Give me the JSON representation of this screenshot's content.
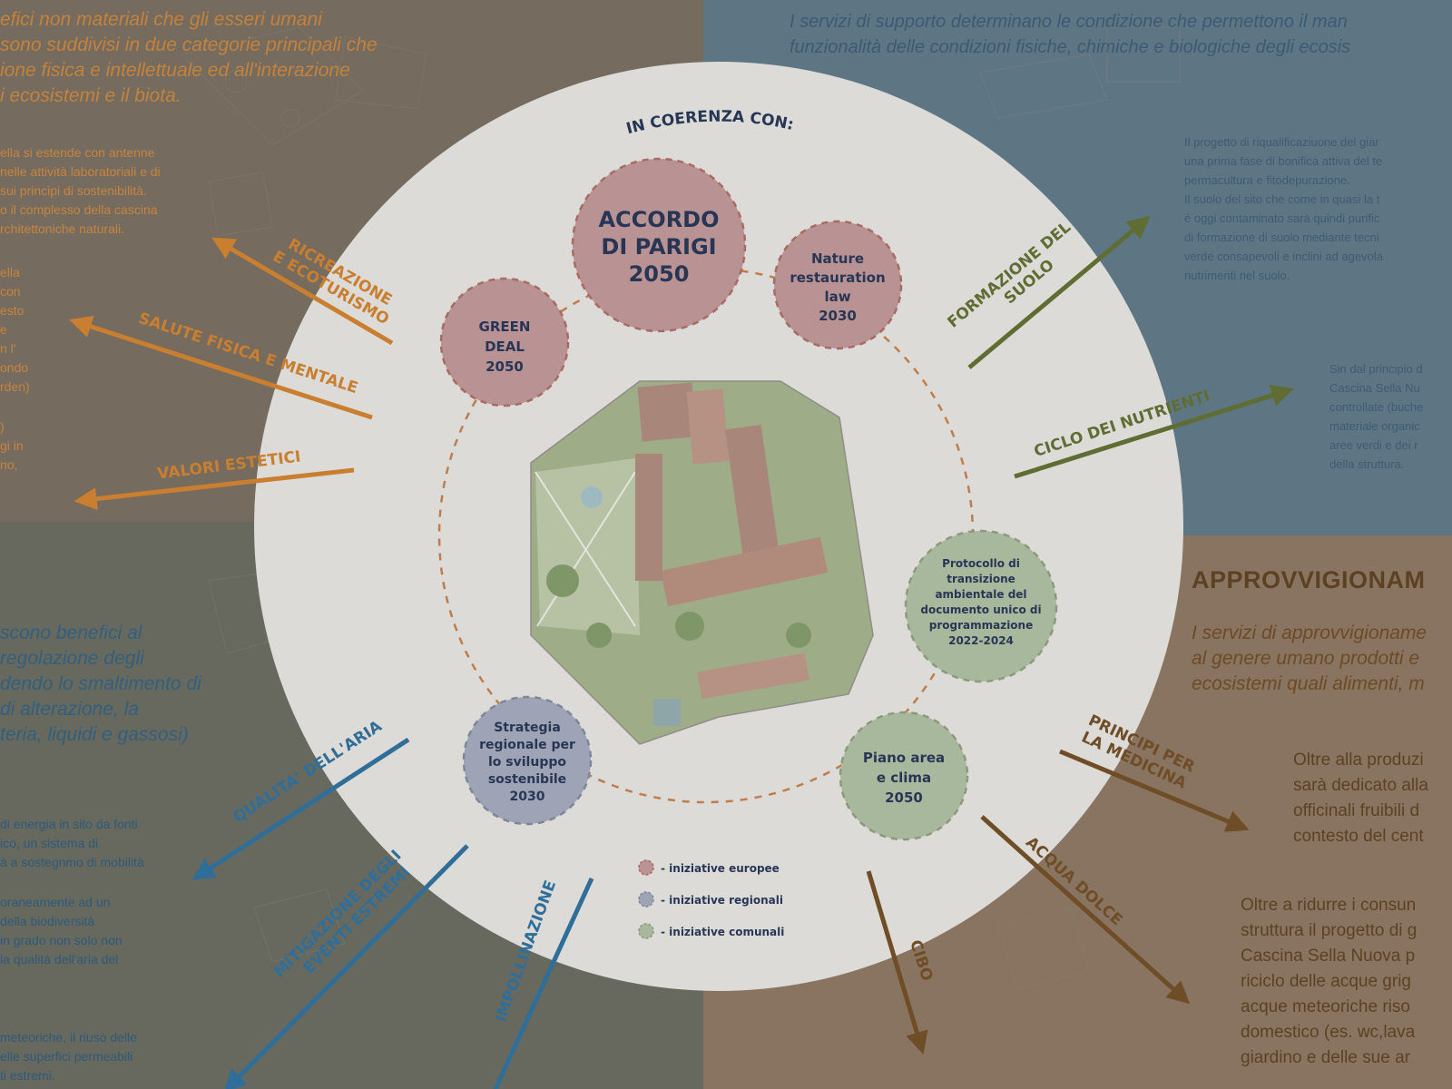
{
  "colors": {
    "top_left": "#756b5f",
    "top_right": "#5e7684",
    "bottom_left": "#67695f",
    "bottom_right": "#887461",
    "circle": "#dcdbd8",
    "orange": "#c97f2f",
    "olive": "#5f6d33",
    "blue": "#2f6e99",
    "brown": "#6f4e27",
    "navy": "#283655",
    "pink_fill": "#b99294",
    "pink_stroke": "#a96a62",
    "violet_fill": "#9ea4b5",
    "green_fill": "#a8b89c",
    "dash": "#c07d4c"
  },
  "top_left": {
    "lead": [
      "efici non materiali che gli esseri umani",
      "sono suddivisi in due categorie principali che",
      "ione fisica e intellettuale ed all'interazione",
      "i ecosistemi e il biota."
    ],
    "para1": [
      "ella si estende con antenne",
      "nelle attività laboratoriali e di",
      "sui principi di sostenibilità.",
      "o il complesso della cascina",
      "rchitettoniche naturali."
    ],
    "para2": [
      "ella",
      "con",
      "esto",
      "e",
      "n l'",
      "ondo",
      "rden)"
    ],
    "para3": [
      ")",
      "gi in",
      "no,"
    ]
  },
  "top_right": {
    "lead": [
      "I servizi di supporto determinano le condizione che permettono il man",
      "funzionalità delle condizioni fisiche, chimiche e biologiche degli ecosis"
    ],
    "para1": [
      "Il progetto di riqualificaziuone del giar",
      "una prima fase di bonifica attiva del te",
      "permacultura e fitodepurazione.",
      "Il suolo del sito che come in quasi la t",
      "è oggi contaminato sarà quindi purific",
      "di formazione di suolo mediante tecni",
      "verde consapevoli e inclini ad agevola",
      "nutrimenti nel suolo."
    ],
    "para2": [
      "Sin dal principio d",
      "Cascina Sella Nu",
      "controllate (buche",
      "materiale organic",
      "aree verdi e dei r",
      "della struttura."
    ]
  },
  "bottom_left": {
    "lead": [
      "scono benefici al",
      "regolazione degli",
      "dendo lo smaltimento di",
      "di alterazione, la",
      "teria, liquidi e gassosi)"
    ],
    "para1": [
      "di energia in sito da fonti",
      "ico, un sistema di",
      "à a sostegnmo di mobilità"
    ],
    "para2": [
      "oraneamente ad un",
      "della biodiversità",
      "in grado non solo non",
      "la qualità dell'aria del"
    ],
    "para3": [
      "meteoriche, il riuso delle",
      "elle superfici permeabili",
      "ti estremi."
    ]
  },
  "bottom_right": {
    "heading": "APPROVVIGIONAM",
    "lead": [
      "I servizi di approvvigioname",
      "al genere umano prodotti e",
      "ecosistemi quali alimenti, m"
    ],
    "para1": [
      "Oltre alla produzi",
      "sarà dedicato alla",
      "officinali fruibili d",
      "contesto del cent"
    ],
    "para2": [
      "Oltre a ridurre i consun",
      "struttura il progetto di g",
      "Cascina Sella Nuova p",
      "riciclo delle acque grig",
      "acque meteoriche riso",
      "domestico (es. wc,lava",
      "giardino e delle sue ar"
    ]
  },
  "circle": {
    "header": "IN COERENZA CON:",
    "accordo": [
      "ACCORDO",
      "DI PARIGI",
      "2050"
    ],
    "green_deal": [
      "GREEN",
      "DEAL",
      "2050"
    ],
    "nature": [
      "Nature",
      "restauration",
      "law",
      "2030"
    ],
    "protocollo": [
      "Protocollo di",
      "transizione",
      "ambientale del",
      "documento unico di",
      "programmazione",
      "2022-2024"
    ],
    "piano": [
      "Piano area",
      "e clima",
      "2050"
    ],
    "strategia": [
      "Strategia",
      "regionale per",
      "lo sviluppo",
      "sostenibile",
      "2030"
    ],
    "legend": [
      "- iniziative europee",
      "- iniziative regionali",
      "- iniziative comunali"
    ]
  },
  "arrows": {
    "ricreazione": [
      "RICREAZIONE",
      "E ECOTURISMO"
    ],
    "salute": "SALUTE FISICA E MENTALE",
    "valori": "VALORI ESTETICI",
    "formazione": [
      "FORMAZIONE DEL",
      "SUOLO"
    ],
    "ciclo": "CICLO DEI NUTRIENTI",
    "qualita": "QUALITA' DELL'ARIA",
    "mitigazione": [
      "MITIGAZIONE DEGLI",
      "EVENTI ESTREMI"
    ],
    "impollinazione": "IMPOLLINAZIONE",
    "cibo": "CIBO",
    "acqua": "ACQUA DOLCE",
    "principi": [
      "PRINCIPI PER",
      "LA MEDICINA"
    ]
  }
}
